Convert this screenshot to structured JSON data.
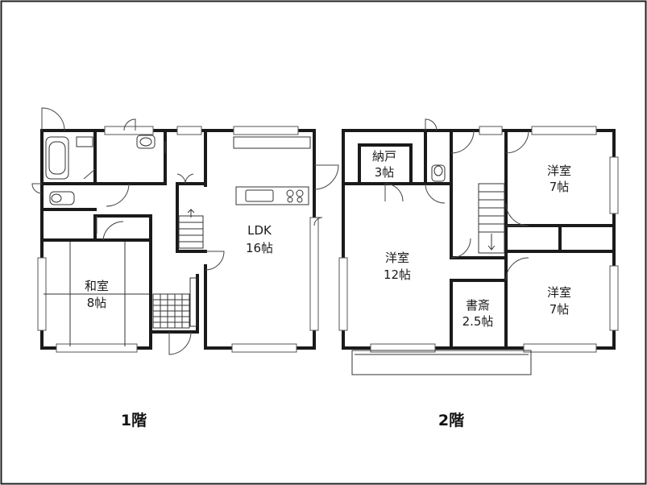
{
  "floors": [
    {
      "label": "1階",
      "rooms": [
        {
          "name": "LDK",
          "size": "16帖"
        },
        {
          "name": "和室",
          "size": "8帖"
        }
      ]
    },
    {
      "label": "2階",
      "rooms": [
        {
          "name": "納戸",
          "size": "3帖"
        },
        {
          "name": "洋室",
          "size": "12帖"
        },
        {
          "name": "書斎",
          "size": "2.5帖"
        },
        {
          "name": "洋室",
          "size": "7帖"
        },
        {
          "name": "洋室",
          "size": "7帖"
        }
      ]
    }
  ]
}
